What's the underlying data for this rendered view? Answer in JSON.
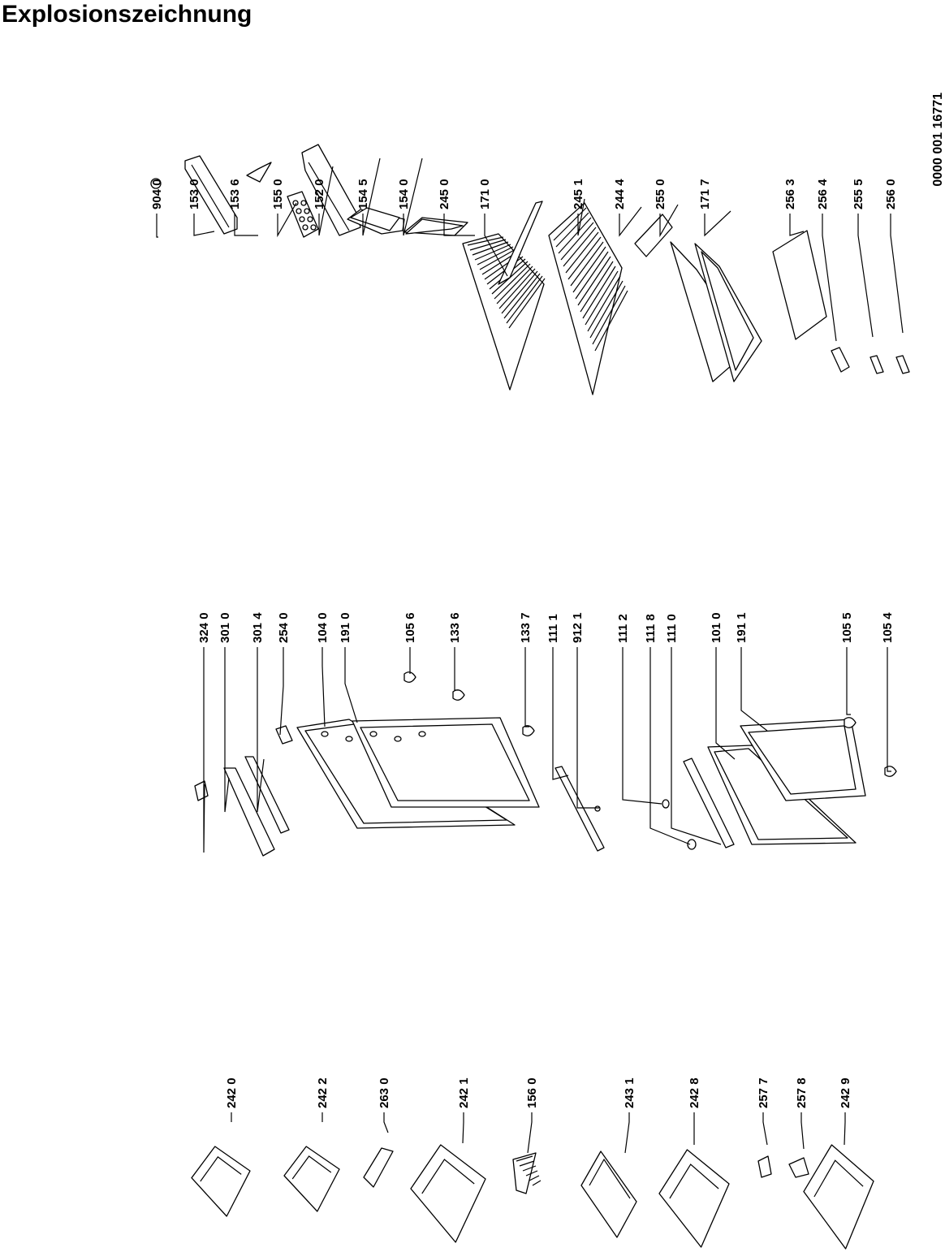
{
  "title": "Explosionszeichnung",
  "document_number": "0000 001 16771",
  "colors": {
    "ink": "#000000",
    "paper": "#ffffff"
  },
  "callouts": {
    "top": [
      "904 0",
      "153 0",
      "153 6",
      "155 0",
      "152 0",
      "154 5",
      "154 0",
      "245 0",
      "171 0",
      "245 1",
      "244 4",
      "255 0",
      "171 7",
      "256 3",
      "256 4",
      "255 5",
      "256 0"
    ],
    "middle": [
      "324 0",
      "301 0",
      "301 4",
      "254 0",
      "104 0",
      "191 0",
      "105 6",
      "133 6",
      "133 7",
      "111 1",
      "912 1",
      "111 2",
      "111 8",
      "111 0",
      "101 0",
      "191 1",
      "105 5",
      "105 4"
    ],
    "bottom": [
      "242 0",
      "242 2",
      "263 0",
      "242 1",
      "156 0",
      "243 1",
      "242 8",
      "257 7",
      "257 8",
      "242 9"
    ]
  }
}
